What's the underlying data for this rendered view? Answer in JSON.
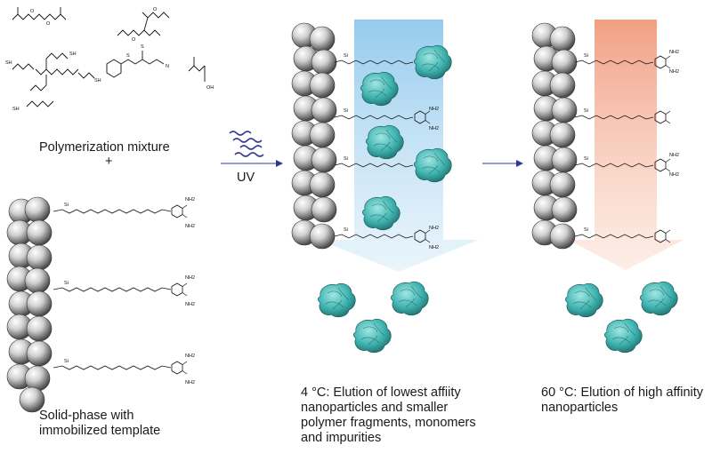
{
  "labels": {
    "polymerization_mixture": "Polymerization mixture",
    "plus": "+",
    "uv": "UV",
    "solid_phase": "Solid-phase with\nimmobilized template",
    "elution_4c": "4 °C: Elution of lowest affiity\nnanoparticles and smaller\npolymer fragments, monomers\nand impurities",
    "elution_60c": "60 °C: Elution of high affinity\nnanoparticles"
  },
  "chem_labels": {
    "si": "Si",
    "o": "O",
    "n": "N",
    "nh2": "NH2",
    "sh": "SH",
    "oh": "OH",
    "s": "S"
  },
  "colors": {
    "cold_gradient": "#9fd0ee",
    "hot_gradient": "#f3a487",
    "nanoparticle": "#3fb3b0",
    "bead": "#bdbdbd",
    "arrow": "#2b3a8c",
    "uv_waves": "#3a3f9a"
  },
  "icons": [
    "silica-bead-icon",
    "nanoparticle-icon",
    "uv-wave-icon",
    "process-arrow-icon"
  ]
}
